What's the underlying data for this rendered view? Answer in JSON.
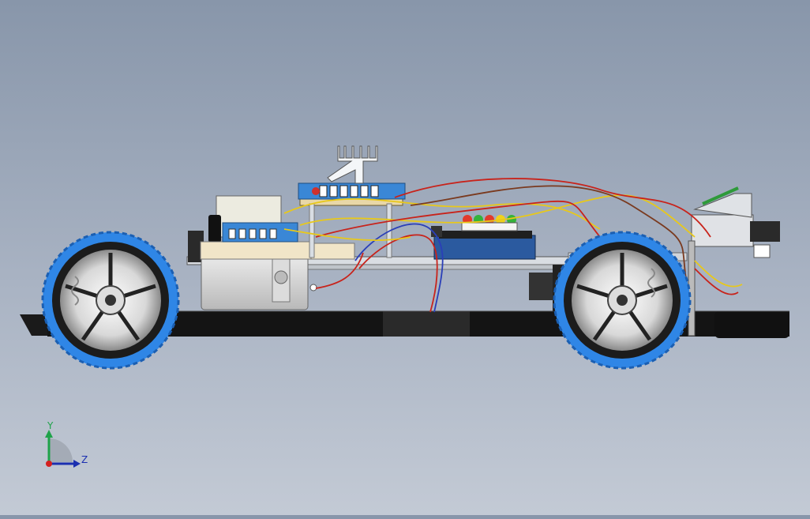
{
  "viewport": {
    "background_top": "#8896aa",
    "background_bottom": "#c3cad5"
  },
  "model": {
    "description_icon": "rc-car-chassis-model",
    "tire_color": "#2f86e6",
    "chassis_color": "#111111",
    "led_colors": [
      "#e23b2b",
      "#35b33a",
      "#e23b2b",
      "#f0d21c",
      "#35b33a"
    ],
    "wire_colors": [
      "#e8c81a",
      "#c8231b",
      "#2a3fb8",
      "#7a3a1f"
    ]
  },
  "triad": {
    "y_label": "Y",
    "z_label": "Z",
    "x_color": "#d42020",
    "y_color": "#1fa34a",
    "z_color": "#1b2fb0"
  }
}
